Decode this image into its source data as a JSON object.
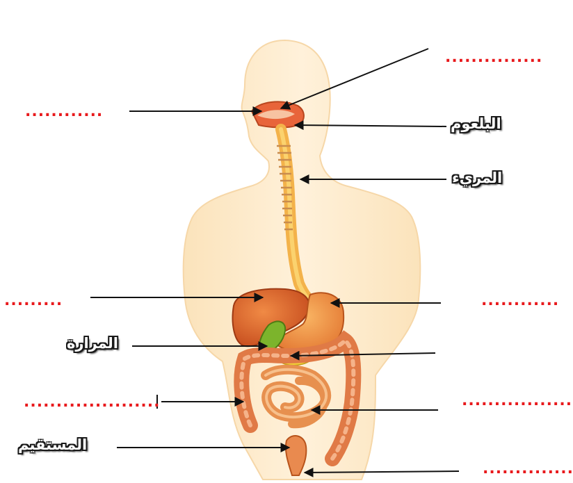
{
  "colors": {
    "blank_dots": "#e8191c",
    "label_fill": "#ffffff",
    "label_outline": "#1a1a1a",
    "body_skin": "#fde8c5",
    "arrow": "#111111"
  },
  "labels": {
    "pharynx": "البلعوم",
    "esophagus": "المريء",
    "gallbladder": "المرارة",
    "rectum": "المستقيم"
  },
  "blanks": {
    "top_right": "...............",
    "mouth_left": "............",
    "liver_left": ".........",
    "stomach_right": "............",
    "colon_left": ".....................",
    "small_intestine_right": "....................",
    "anus_right": ".............."
  }
}
